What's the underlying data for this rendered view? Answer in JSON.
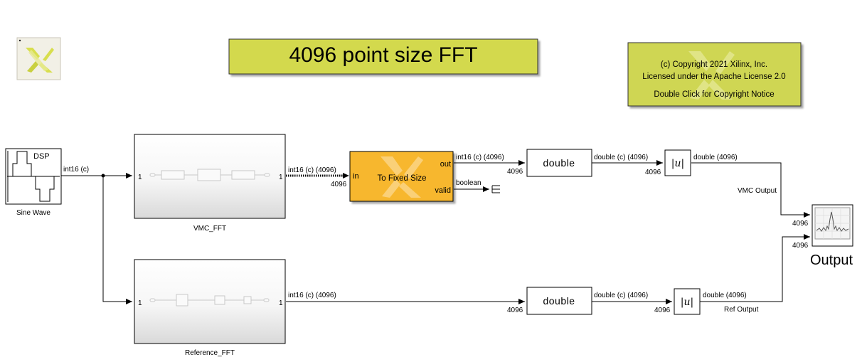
{
  "title": "4096 point size FFT",
  "copyright": {
    "line1": "(c) Copyright 2021 Xilinx, Inc.",
    "line2": "Licensed under the Apache License 2.0",
    "line3": "Double Click for Copyright Notice"
  },
  "colors": {
    "title_bg": "#d3d94e",
    "copyright_bg": "#cfd652",
    "fixed_size_bg": "#f7b72d",
    "logo_tint": "#d8de4e"
  },
  "icons": [
    "xilinx-logo-icon",
    "dsp-sine-wave-icon",
    "spectrum-scope-icon",
    "abs-u-icon"
  ],
  "blocks": {
    "sine_wave": {
      "name": "Sine Wave",
      "icon_text": "DSP"
    },
    "vmc_fft": {
      "name": "VMC_FFT",
      "in_port": "1",
      "out_port": "1"
    },
    "reference_fft": {
      "name": "Reference_FFT",
      "in_port": "1",
      "out_port": "1"
    },
    "to_fixed_size": {
      "name": "To Fixed Size",
      "in_port": "in",
      "out_port": "out",
      "valid_port": "valid"
    },
    "double_top": {
      "label": "double"
    },
    "double_bottom": {
      "label": "double"
    },
    "abs_top": {
      "label": "|u|"
    },
    "abs_bottom": {
      "label": "|u|"
    },
    "output": {
      "name": "Output"
    }
  },
  "signals": {
    "sine_out": "int16 (c)",
    "vmc_out": "int16 (c) (4096)",
    "vmc_out_dim": "4096",
    "fixed_out": "int16 (c) (4096)",
    "fixed_out_dim": "4096",
    "fixed_valid": "boolean",
    "double_top_out": "double (c) (4096)",
    "double_top_out_dim": "4096",
    "abs_top_out": "double (4096)",
    "vmc_output_name": "VMC Output",
    "output_in1_dim": "4096",
    "output_in2_dim": "4096",
    "ref_out": "int16 (c) (4096)",
    "ref_out_dim": "4096",
    "double_bottom_out": "double (c) (4096)",
    "double_bottom_out_dim": "4096",
    "abs_bottom_out": "double (4096)",
    "ref_output_name": "Ref Output"
  }
}
